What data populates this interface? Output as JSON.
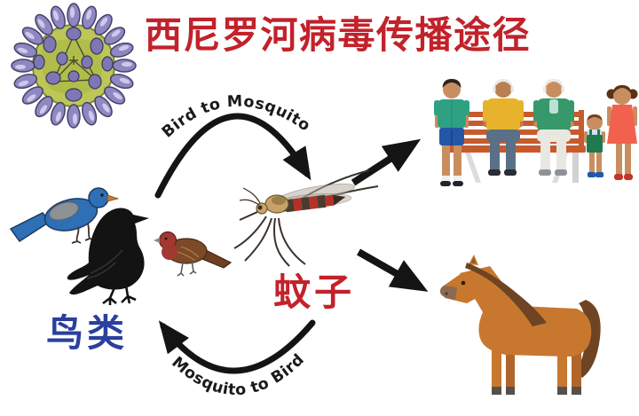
{
  "title": {
    "text": "西尼罗河病毒传播途径",
    "color": "#c2222b"
  },
  "cycle_labels": {
    "bird_to_mosquito": "Bird to Mosquito",
    "mosquito_to_bird": "Mosquito to Bird"
  },
  "node_labels": {
    "birds": {
      "text": "鸟类",
      "color": "#2b3f9e"
    },
    "mosquito": {
      "text": "蚊子",
      "color": "#c2222b"
    }
  },
  "illustrations": {
    "virus_icon": "west-nile-virus-particle",
    "bird_icons": [
      "bluebird",
      "crow",
      "house-finch"
    ],
    "mosquito_icon": "mosquito",
    "humans_icon": "five-people-on-park-bench",
    "horse_icon": "horse"
  },
  "colors": {
    "title_red": "#c2222b",
    "birds_label_blue": "#2b3f9e",
    "arrow_black": "#141414",
    "virus_core_green": "#bcc755",
    "virus_spike_purple": "#8d88c2",
    "bluebird_blue": "#2e6fb5",
    "crow_black": "#131313",
    "finch_red": "#a23931",
    "finch_brown": "#7d4a28",
    "mosquito_tan": "#c7a268",
    "mosquito_red": "#b33128",
    "bench_red": "#c65b2e",
    "shirt_teal": "#2ea183",
    "sweater_yellow": "#e7b32c",
    "cardigan_green": "#37996b",
    "overalls_green": "#1f7a4f",
    "dress_coral": "#f2614e",
    "horse_brown": "#c8772e",
    "horse_mane_brown": "#6e4423"
  }
}
